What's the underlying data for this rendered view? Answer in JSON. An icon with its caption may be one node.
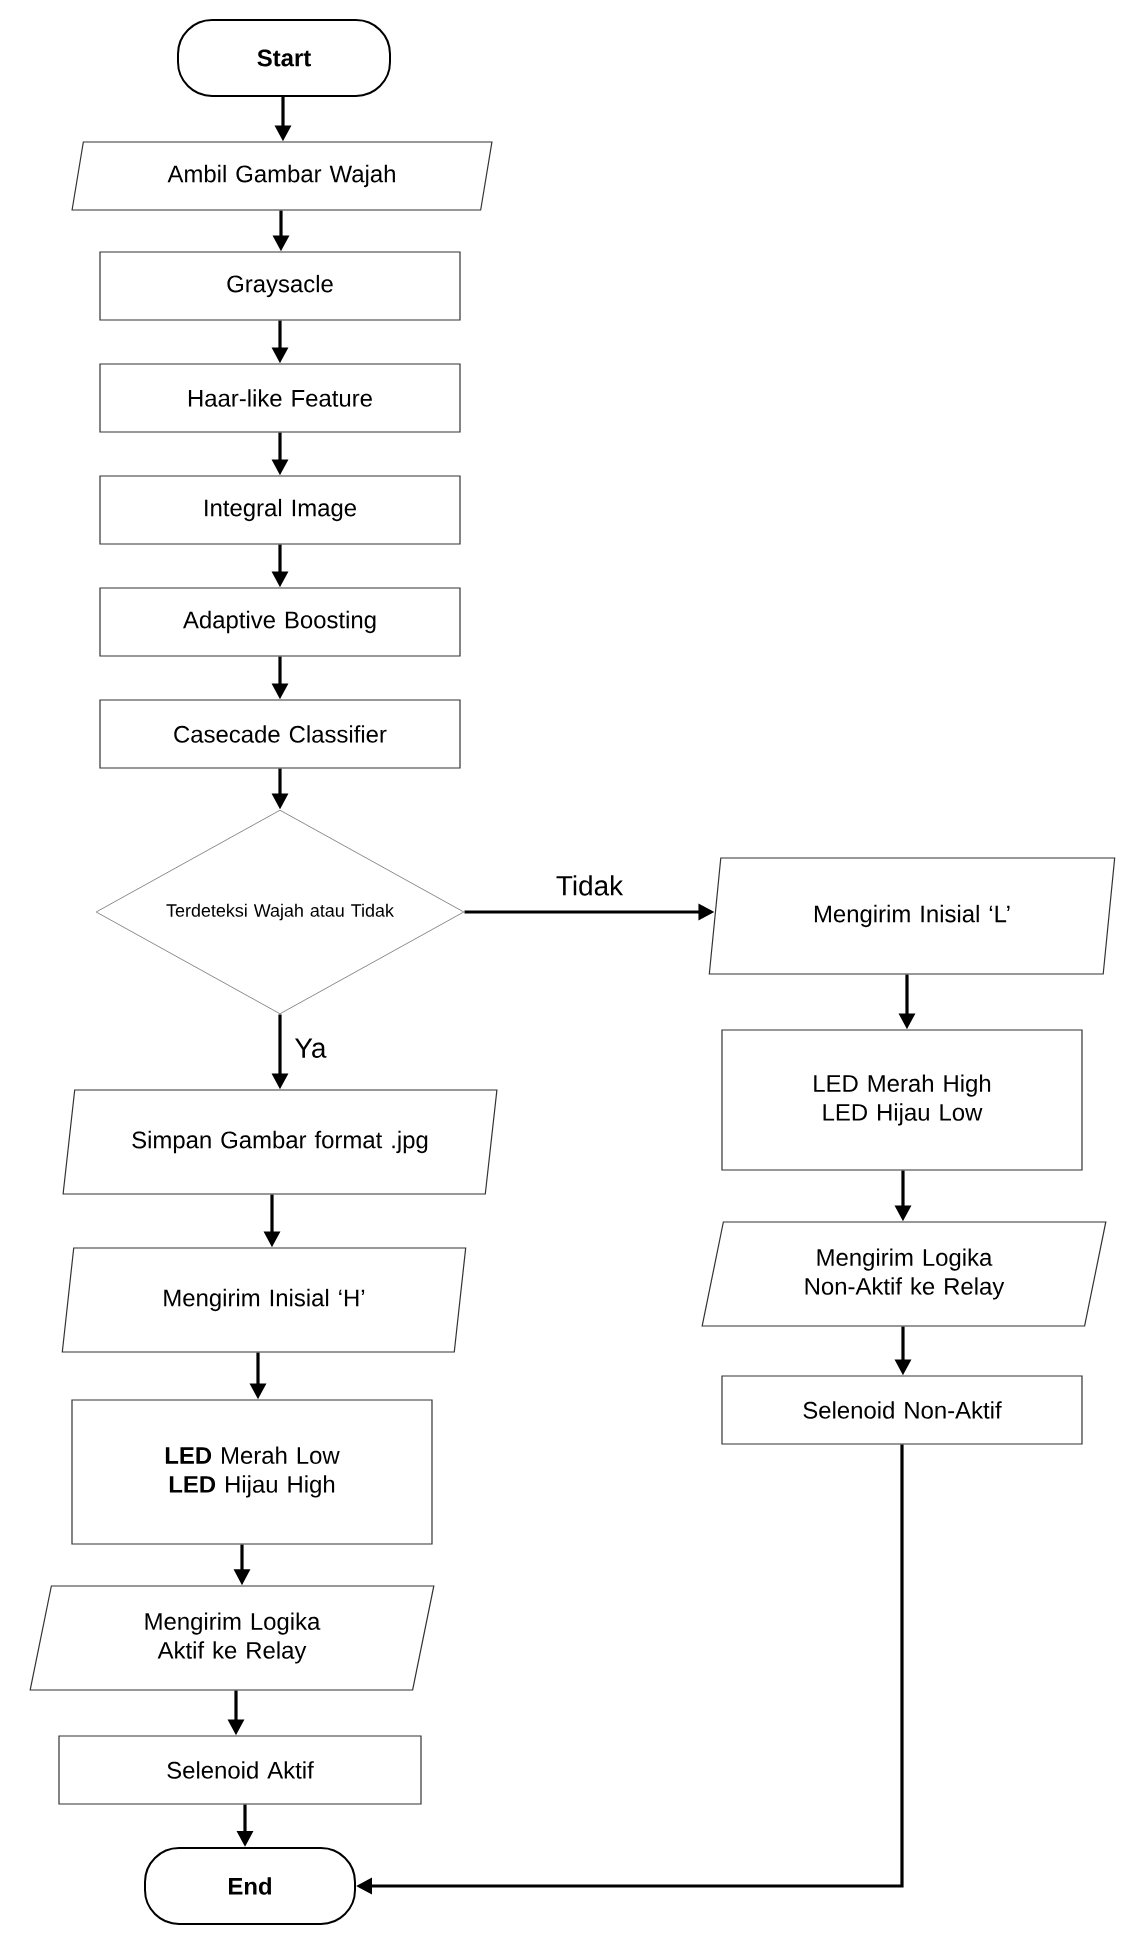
{
  "diagram": {
    "nodes": [
      {
        "text": [
          "Start"
        ]
      },
      {
        "text": [
          "Ambil Gambar Wajah"
        ]
      },
      {
        "text": [
          "Graysacle"
        ]
      },
      {
        "text": [
          "Haar-like Feature"
        ]
      },
      {
        "text": [
          "Integral Image"
        ]
      },
      {
        "text": [
          "Adaptive Boosting"
        ]
      },
      {
        "text": [
          "Casecade Classifier"
        ]
      },
      {
        "text": [
          "Terdeteksi Wajah atau Tidak"
        ]
      },
      {
        "text": [
          "Simpan Gambar format .jpg"
        ]
      },
      {
        "text": [
          "Mengirim Inisial ‘H’"
        ]
      },
      {
        "text": [
          "**LED** Merah Low **LED** Hijau High"
        ]
      },
      {
        "text": [
          "Mengirim Logika Aktif ke Relay"
        ]
      },
      {
        "text": [
          "Selenoid Aktif"
        ]
      },
      {
        "text": [
          "End"
        ]
      },
      {
        "text": [
          "Mengirim Inisial ‘L’"
        ]
      },
      {
        "text": [
          "LED Merah High LED Hijau Low"
        ]
      },
      {
        "text": [
          "Mengirim Logika Non-Aktif ke Relay"
        ]
      },
      {
        "text": [
          "Selenoid Non-Aktif"
        ]
      }
    ],
    "edges": [
      {
        "from": 0,
        "to": 1,
        "arrow": "to"
      },
      {
        "from": 1,
        "to": 2,
        "arrow": "to"
      },
      {
        "from": 2,
        "to": 3,
        "arrow": "to"
      },
      {
        "from": 3,
        "to": 4,
        "arrow": "to"
      },
      {
        "from": 4,
        "to": 5,
        "arrow": "to"
      },
      {
        "from": 5,
        "to": 6,
        "arrow": "to"
      },
      {
        "from": 6,
        "to": 7,
        "arrow": "to"
      },
      {
        "from": 7,
        "to": 8,
        "arrow": "to",
        "label": "Ya"
      },
      {
        "from": 7,
        "to": 14,
        "arrow": "to",
        "label": "Tidak"
      },
      {
        "from": 8,
        "to": 9,
        "arrow": "to"
      },
      {
        "from": 9,
        "to": 10,
        "arrow": "to"
      },
      {
        "from": 10,
        "to": 11,
        "arrow": "to"
      },
      {
        "from": 11,
        "to": 12,
        "arrow": "to"
      },
      {
        "from": 12,
        "to": 13,
        "arrow": "to"
      },
      {
        "from": 14,
        "to": 15,
        "arrow": "to"
      },
      {
        "from": 15,
        "to": 16,
        "arrow": "to"
      },
      {
        "from": 16,
        "to": 17,
        "arrow": "to"
      },
      {
        "from": 17,
        "to": 13,
        "arrow": "to"
      }
    ]
  }
}
